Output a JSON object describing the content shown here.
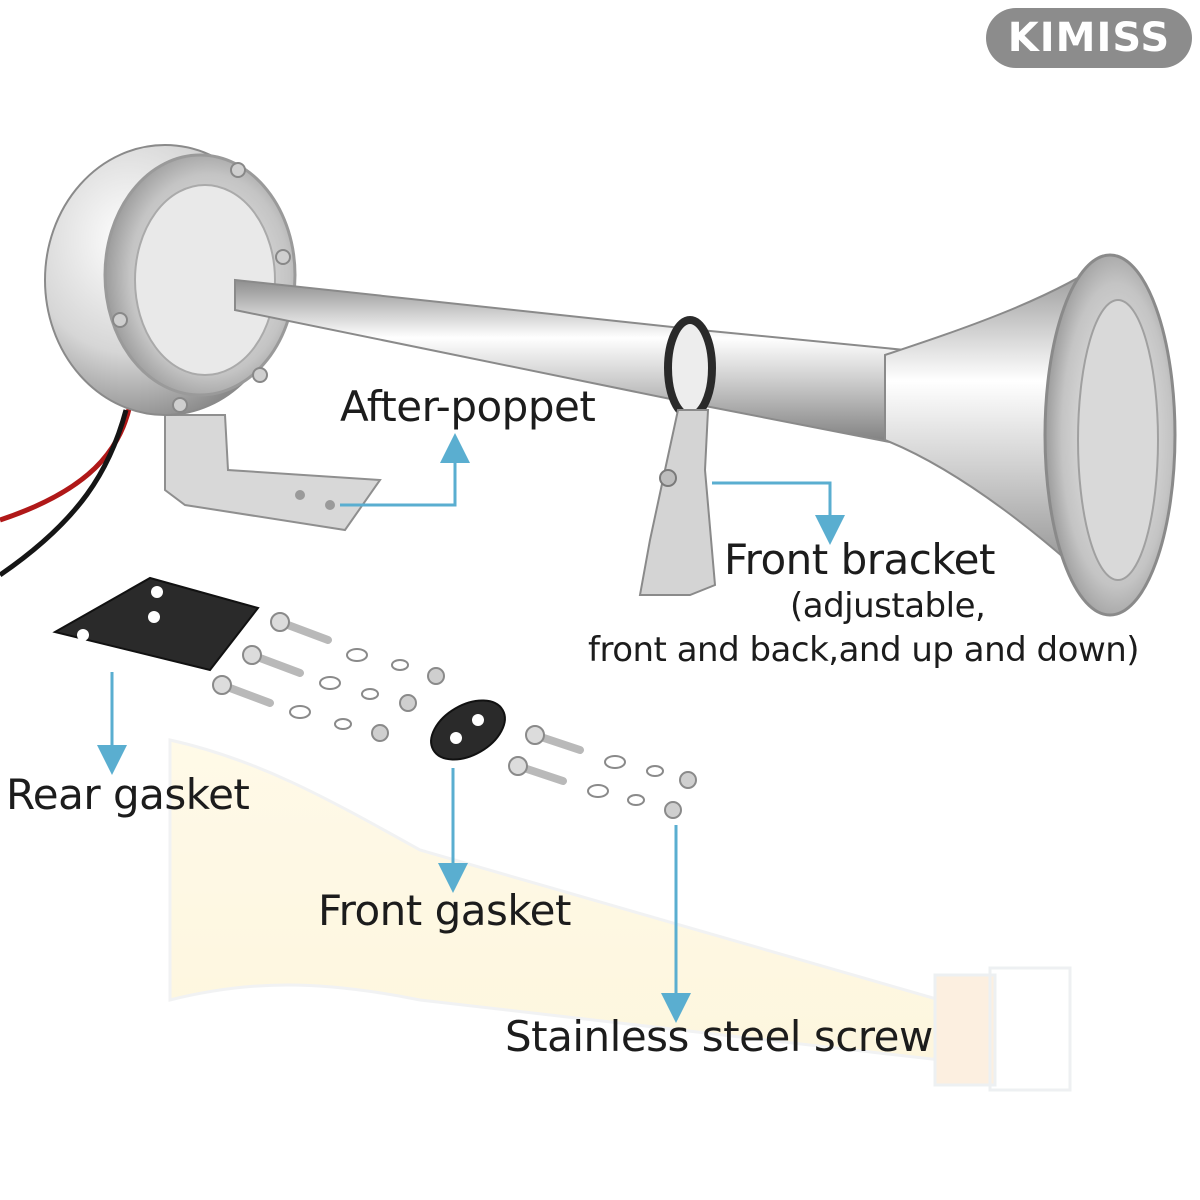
{
  "brand": {
    "logo_text": "KIMISS"
  },
  "labels": {
    "after_poppet": "After-poppet",
    "front_bracket": "Front bracket",
    "front_bracket_note_1": "(adjustable,",
    "front_bracket_note_2": "front and back,and up and down)",
    "rear_gasket": "Rear gasket",
    "front_gasket": "Front gasket",
    "screw": "Stainless steel screw"
  },
  "colors": {
    "arrow": "#5aaed0",
    "chrome_light": "#f4f4f4",
    "chrome_dark": "#9a9a9a",
    "gasket": "#2a2a2a",
    "wire_red": "#b01818",
    "wire_black": "#151515"
  }
}
